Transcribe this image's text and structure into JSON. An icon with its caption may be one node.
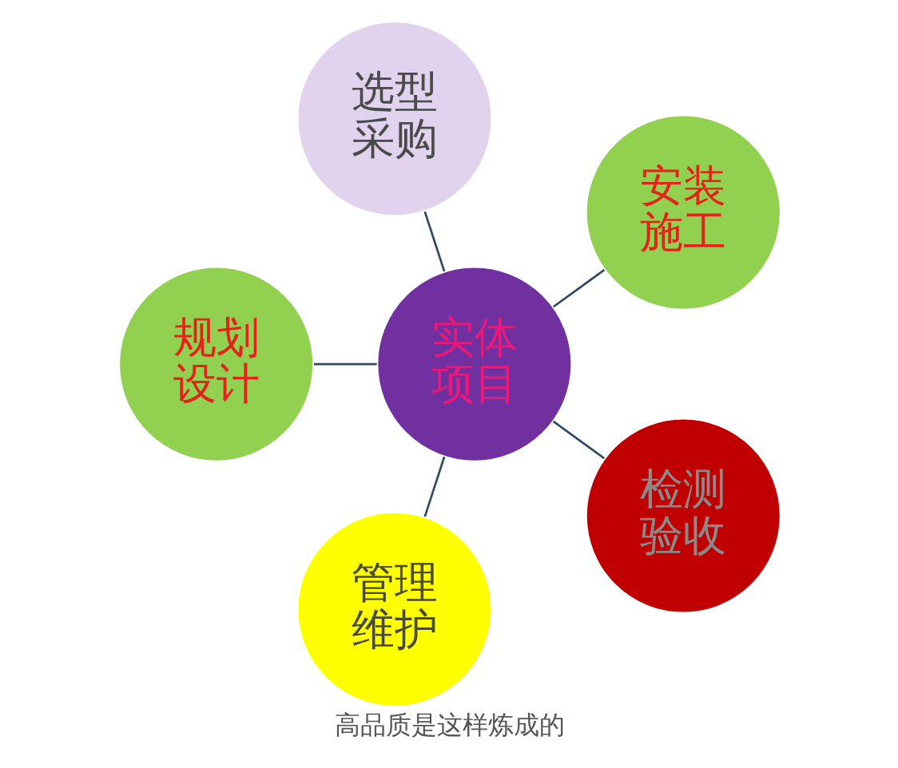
{
  "diagram": {
    "caption": "高品质是这样炼成的",
    "nodes": [
      {
        "text": [
          "选型采购"
        ]
      },
      {
        "text": [
          "规划设计"
        ]
      },
      {
        "text": [
          "实体项目"
        ]
      },
      {
        "text": [
          "安装施工"
        ]
      },
      {
        "text": [
          "管理维护"
        ]
      },
      {
        "text": [
          "检测验收"
        ]
      }
    ],
    "edges": [
      {
        "from": 2,
        "to": 0,
        "arrow": "none"
      },
      {
        "from": 2,
        "to": 3,
        "arrow": "none"
      },
      {
        "from": 2,
        "to": 5,
        "arrow": "none"
      },
      {
        "from": 2,
        "to": 4,
        "arrow": "none"
      },
      {
        "from": 2,
        "to": 1,
        "arrow": "none"
      }
    ]
  }
}
